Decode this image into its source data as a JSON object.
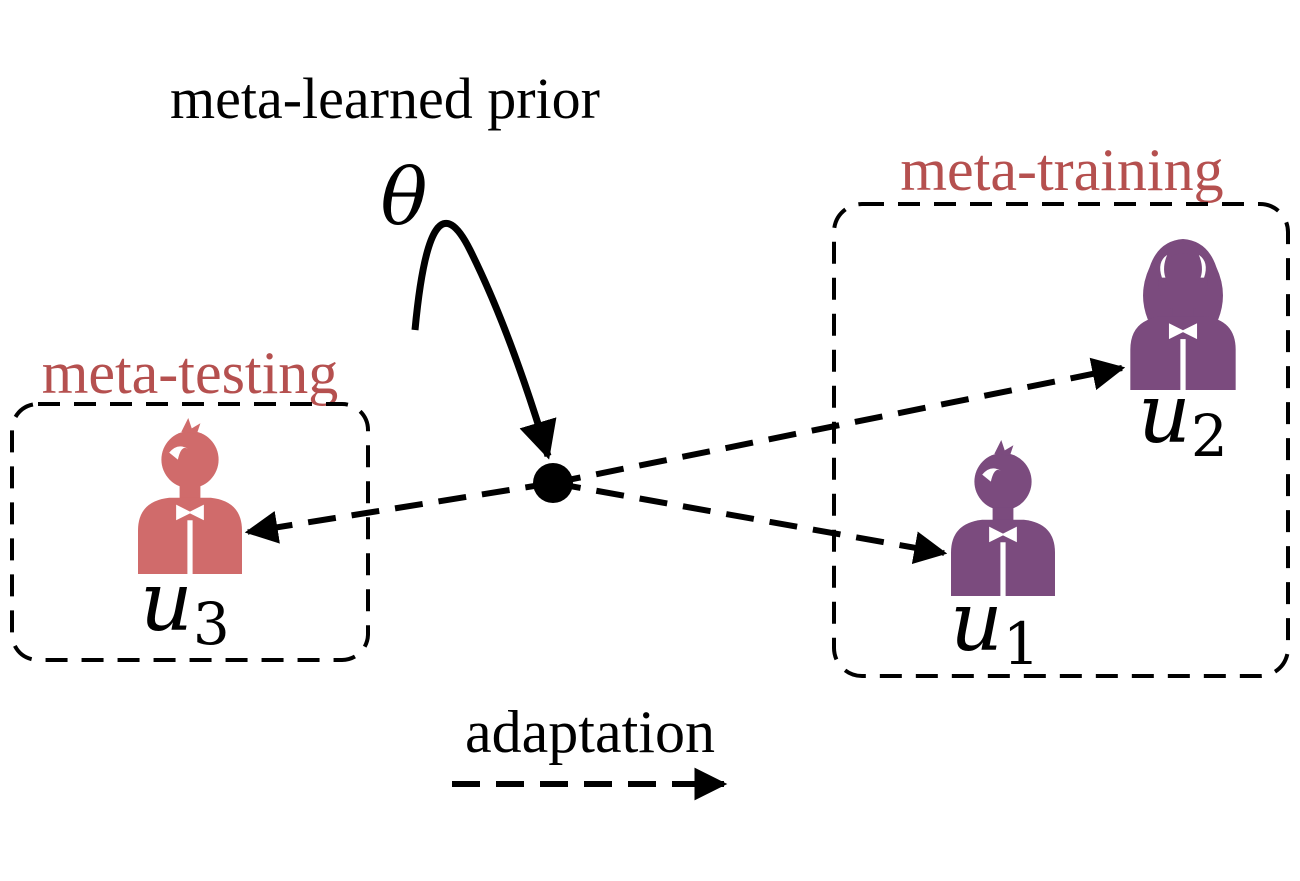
{
  "prior": {
    "title": "meta-learned prior",
    "symbol": "θ"
  },
  "groups": {
    "training_label": "meta-training",
    "testing_label": "meta-testing"
  },
  "users": {
    "u1": {
      "base": "u",
      "sub": "1"
    },
    "u2": {
      "base": "u",
      "sub": "2"
    },
    "u3": {
      "base": "u",
      "sub": "3"
    }
  },
  "legend": {
    "adaptation_label": "adaptation"
  },
  "colors": {
    "training": "#7B4B7E",
    "testing": "#D06B6B",
    "label_red": "#B5504F",
    "ink": "#000000"
  }
}
